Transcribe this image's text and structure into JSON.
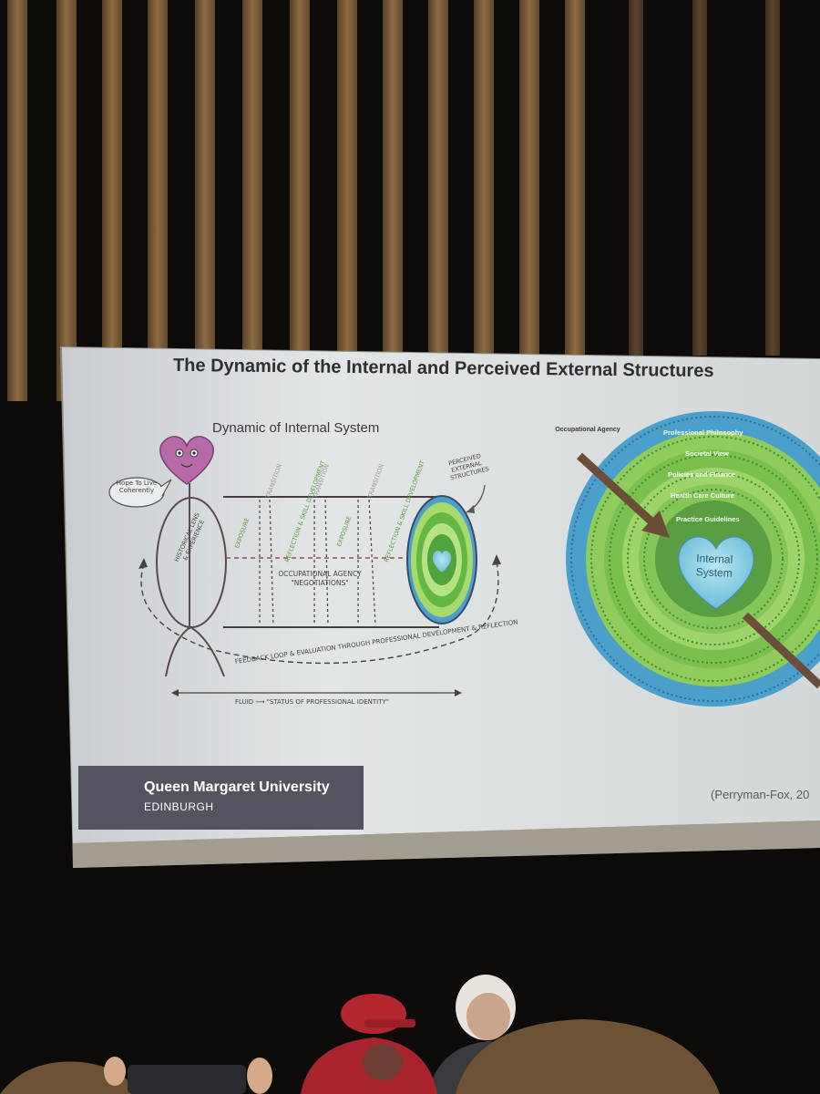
{
  "slide": {
    "title": "The Dynamic of the Internal and Perceived External Structures",
    "left_diagram": {
      "title": "Dynamic of Internal System",
      "speech_bubble": "Hope To Live Coherently",
      "perceived_label": "PERCEIVED EXTERNAL STRUCTURES",
      "historical_label": "HISTORICAL LENS & EXPERIENCE",
      "segments": [
        {
          "text": "EXPOSURE",
          "tone": "green"
        },
        {
          "text": "TRANSITION",
          "tone": "grey"
        },
        {
          "text": "REFLECTION & SKILL DEVELOPMENT",
          "tone": "green"
        },
        {
          "text": "TRANSITION",
          "tone": "grey"
        },
        {
          "text": "EXPOSURE",
          "tone": "green"
        },
        {
          "text": "TRANSITION",
          "tone": "grey"
        },
        {
          "text": "REFLECTION & SKILL DEVELOPMENT",
          "tone": "green"
        }
      ],
      "agency_label": "OCCUPATIONAL AGENCY \"NEGOTIATIONS\"",
      "feedback_label": "FEEDBACK LOOP & EVALUATION THROUGH PROFESSIONAL DEVELOPMENT & REFLECTION",
      "fluid_label": "FLUID ⟶ \"STATUS OF PROFESSIONAL IDENTITY\""
    },
    "right_diagram": {
      "occupational_agency": "Occupational Agency",
      "rings": [
        "Professional Philosophy",
        "Societal View",
        "Policies and Finance",
        "Health Care Culture",
        "Practice Guidelines"
      ],
      "center": "Internal System"
    },
    "footer": {
      "university": "Queen Margaret University",
      "city": "EDINBURGH",
      "citation": "(Perryman-Fox, 20"
    }
  },
  "colors": {
    "wall_dark": "#0c0b0a",
    "wood": "#8a6a45",
    "slide_bg": "#dcdfe1",
    "ring_blue": "#4b9fcb",
    "ring_green": "#8ec95a",
    "heart_pink": "#b86aa8",
    "heart_blue": "#79c3df",
    "arrow_brown": "#6b4e3a",
    "footer_bar": "#55535f"
  }
}
